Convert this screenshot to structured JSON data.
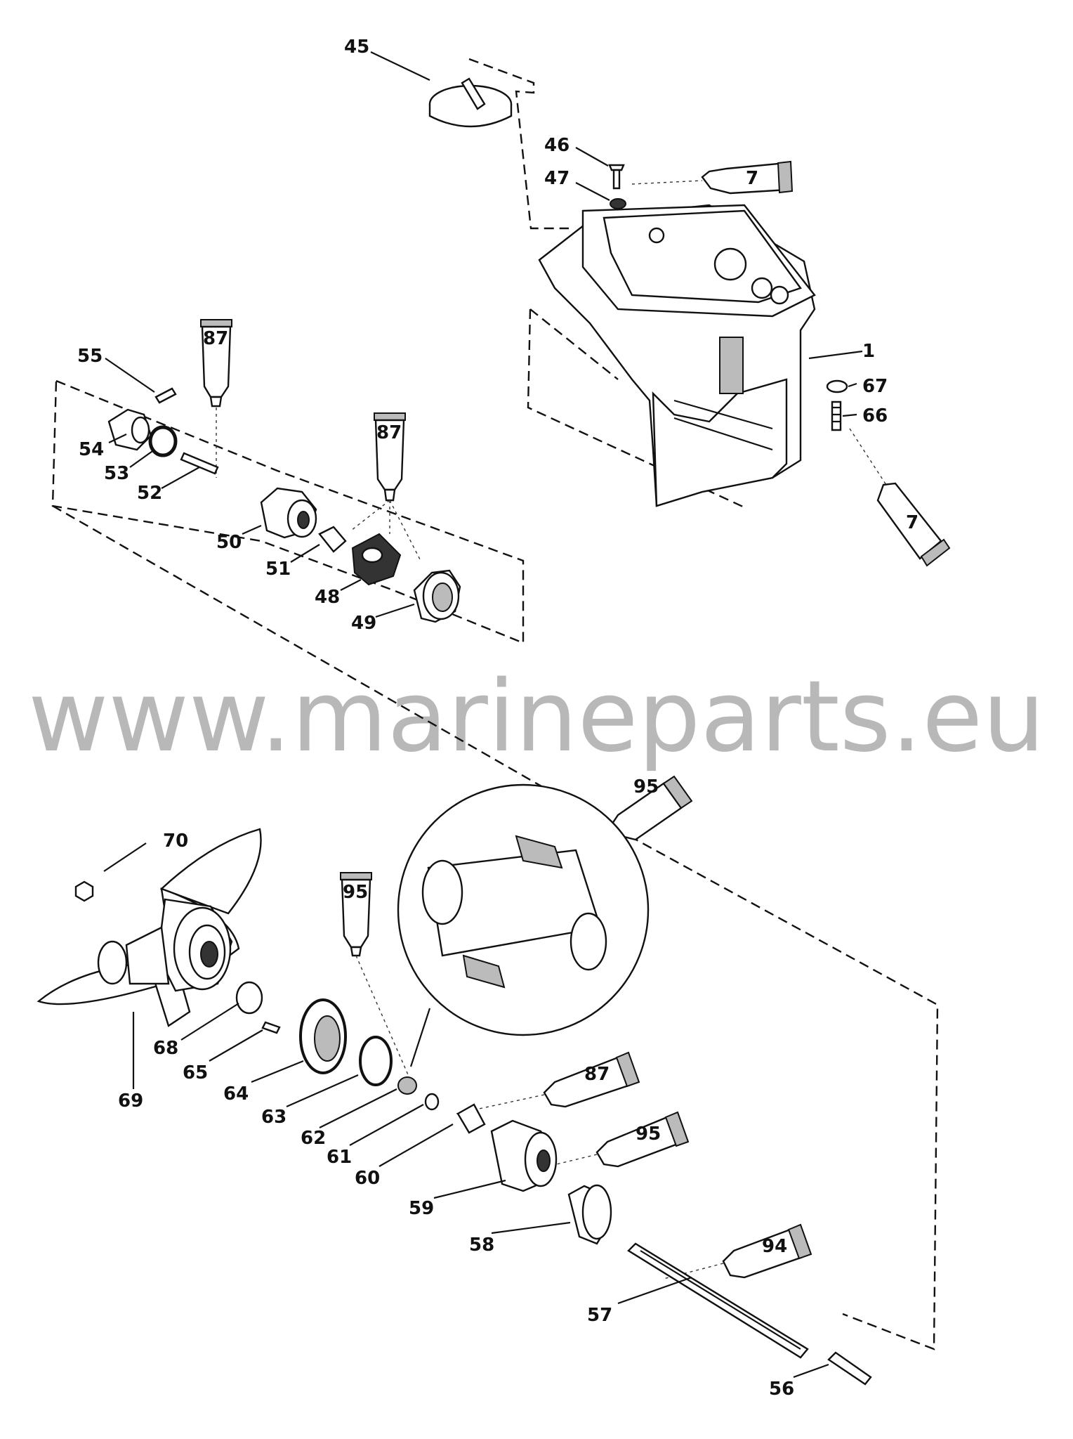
{
  "watermark": "www.marineparts.eu",
  "parts": {
    "p1": "1",
    "p7a": "7",
    "p7b": "7",
    "p45": "45",
    "p46": "46",
    "p47": "47",
    "p48": "48",
    "p49": "49",
    "p50": "50",
    "p51": "51",
    "p52": "52",
    "p53": "53",
    "p54": "54",
    "p55": "55",
    "p56": "56",
    "p57": "57",
    "p58": "58",
    "p59": "59",
    "p60": "60",
    "p61": "61",
    "p62": "62",
    "p63": "63",
    "p64": "64",
    "p65": "65",
    "p66": "66",
    "p67": "67",
    "p68": "68",
    "p69": "69",
    "p70": "70",
    "p87a": "87",
    "p87b": "87",
    "p87c": "87",
    "p94": "94",
    "p95a": "95",
    "p95b": "95",
    "p95c": "95"
  }
}
